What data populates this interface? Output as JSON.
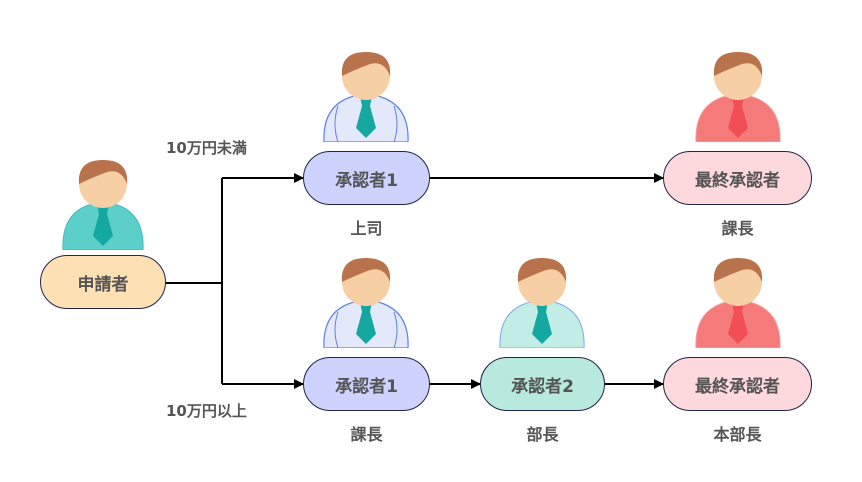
{
  "diagram": {
    "applicant": {
      "label": "申請者",
      "fill": "#fde0b4",
      "figure_color": "teal"
    },
    "conditions": {
      "under": "10万円未満",
      "over": "10万円以上"
    },
    "top_route": [
      {
        "label": "承認者1",
        "role": "上司",
        "fill": "#cdd3fc",
        "figure_color": "blue"
      },
      {
        "label": "最終承認者",
        "role": "課長",
        "fill": "#fdd8dc",
        "figure_color": "red"
      }
    ],
    "bottom_route": [
      {
        "label": "承認者1",
        "role": "課長",
        "fill": "#cdd3fc",
        "figure_color": "blue"
      },
      {
        "label": "承認者2",
        "role": "部長",
        "fill": "#b7e9de",
        "figure_color": "mint"
      },
      {
        "label": "最終承認者",
        "role": "本部長",
        "fill": "#fdd8dc",
        "figure_color": "red"
      }
    ]
  }
}
